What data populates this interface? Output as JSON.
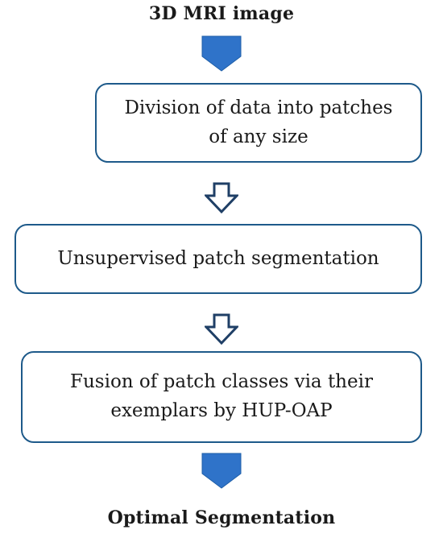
{
  "top_title": "3D MRI image",
  "steps": [
    {
      "label": "Division of data into patches of any size"
    },
    {
      "label": "Unsupervised patch segmentation"
    },
    {
      "label": "Fusion of patch classes via their exemplars by HUP-OAP"
    }
  ],
  "bottom_title": "Optimal Segmentation",
  "colors": {
    "accent": "#2f73c9",
    "outline": "#1e5a8a",
    "arrow_outline": "#1f3f66"
  }
}
